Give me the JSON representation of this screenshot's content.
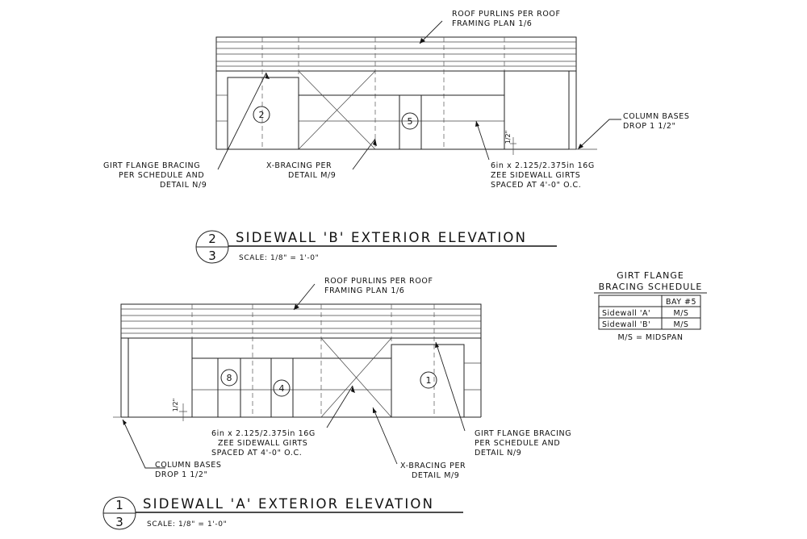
{
  "elevation_b": {
    "notes": {
      "roof_purlins_1": "ROOF PURLINS PER ROOF",
      "roof_purlins_2": "FRAMING PLAN 1/6",
      "column_bases_1": "COLUMN BASES",
      "column_bases_2": "DROP 1 1/2\"",
      "girt_bracing_1": "GIRT FLANGE BRACING",
      "girt_bracing_2": "PER SCHEDULE AND",
      "girt_bracing_3": "DETAIL N/9",
      "xbracing_1": "X-BRACING PER",
      "xbracing_2": "DETAIL M/9",
      "zee_1": "6in x 2.125/2.375in 16G",
      "zee_2": "ZEE SIDEWALL GIRTS",
      "zee_3": "SPACED AT 4'-0\" O.C."
    },
    "dim_label": "1/2\"",
    "openings": [
      "2",
      "5"
    ],
    "title": "SIDEWALL 'B' EXTERIOR ELEVATION",
    "bubble_top": "2",
    "bubble_bottom": "3",
    "scale": "SCALE:  1/8\" = 1'-0\""
  },
  "elevation_a": {
    "notes": {
      "roof_purlins_1": "ROOF PURLINS PER ROOF",
      "roof_purlins_2": "FRAMING PLAN 1/6",
      "zee_1": "6in x 2.125/2.375in 16G",
      "zee_2": "ZEE SIDEWALL GIRTS",
      "zee_3": "SPACED AT 4'-0\" O.C.",
      "girt_bracing_1": "GIRT FLANGE BRACING",
      "girt_bracing_2": "PER SCHEDULE AND",
      "girt_bracing_3": "DETAIL N/9",
      "column_bases_1": "COLUMN BASES",
      "column_bases_2": "DROP 1 1/2\"",
      "xbracing_1": "X-BRACING PER",
      "xbracing_2": "DETAIL M/9"
    },
    "dim_label": "1/2\"",
    "openings": [
      "8",
      "4",
      "1"
    ],
    "title": "SIDEWALL 'A' EXTERIOR ELEVATION",
    "bubble_top": "1",
    "bubble_bottom": "3",
    "scale": "SCALE:  1/8\" = 1'-0\""
  },
  "schedule": {
    "title_1": "GIRT FLANGE",
    "title_2": "BRACING SCHEDULE",
    "column_header": "BAY #5",
    "rows": [
      {
        "label": "Sidewall 'A'",
        "value": "M/S"
      },
      {
        "label": "Sidewall 'B'",
        "value": "M/S"
      }
    ],
    "footnote": "M/S = MIDSPAN"
  }
}
